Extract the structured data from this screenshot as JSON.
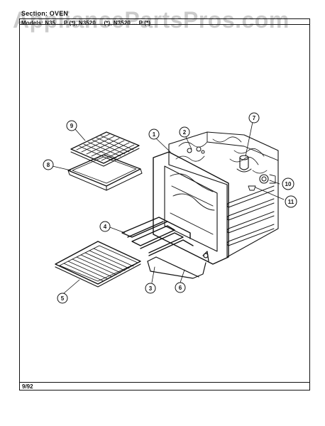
{
  "watermark": "AppliancePartsPros.com",
  "header": {
    "section": "Section: OVEN",
    "models": "Models: N35 ... P (*), N3520 ... (*), N3520 ... P (*)"
  },
  "footer": {
    "date": "9/92"
  },
  "callouts": [
    {
      "id": "callout-1",
      "label": "1"
    },
    {
      "id": "callout-2",
      "label": "2"
    },
    {
      "id": "callout-3",
      "label": "3"
    },
    {
      "id": "callout-4",
      "label": "4"
    },
    {
      "id": "callout-5",
      "label": "5"
    },
    {
      "id": "callout-6",
      "label": "6"
    },
    {
      "id": "callout-7",
      "label": "7"
    },
    {
      "id": "callout-8",
      "label": "8"
    },
    {
      "id": "callout-9",
      "label": "9"
    },
    {
      "id": "callout-10",
      "label": "10"
    },
    {
      "id": "callout-11",
      "label": "11"
    }
  ]
}
